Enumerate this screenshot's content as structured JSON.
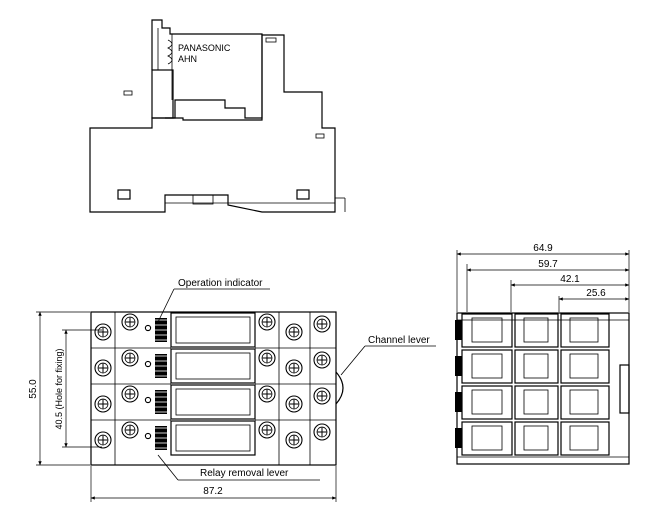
{
  "relay_label": {
    "brand": "PANASONIC",
    "model": "AHN"
  },
  "callouts": {
    "operation_indicator": "Operation indicator",
    "channel_lever": "Channel lever",
    "relay_removal_lever": "Relay removal lever"
  },
  "dimensions": {
    "height_total": "55.0",
    "hole_spacing": "40.5 (Hole for fixing)",
    "width_total": "87.2",
    "side_64_9": "64.9",
    "side_59_7": "59.7",
    "side_42_1": "42.1",
    "side_25_6": "25.6"
  }
}
